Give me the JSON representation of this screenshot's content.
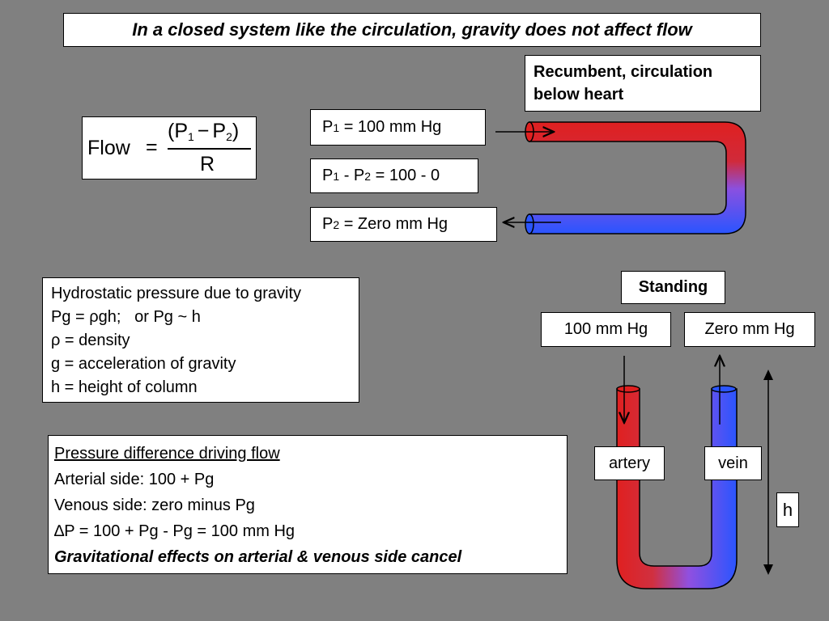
{
  "title": "In a closed system like the circulation, gravity does not affect flow",
  "recumbent": {
    "line1": "Recumbent, circulation",
    "line2": "below heart"
  },
  "formula": {
    "lhs": "Flow",
    "eq": "=",
    "numerator_open": "(P",
    "n_sub1": "1",
    "minus": "−",
    "p2": "P",
    "n_sub2": "2",
    "close": ")",
    "denominator": "R"
  },
  "p1_label": {
    "pre": "P",
    "sub": "1",
    "post": " = 100 mm Hg"
  },
  "pdiff_label": {
    "a": "P",
    "a_sub": "1",
    "mid": " - P",
    "b_sub": "2",
    "post": " = 100 - 0"
  },
  "p2_label": {
    "pre": "P",
    "sub": "2",
    "post": " = Zero mm Hg"
  },
  "hydro": {
    "l1": "Hydrostatic pressure due to gravity",
    "l2": "Pg = ρgh;   or Pg ~ h",
    "l3": "ρ = density",
    "l4": "g = acceleration of gravity",
    "l5": "h = height of column"
  },
  "pressure_diff": {
    "l1": "Pressure difference driving flow",
    "l2": "Arterial side: 100 + Pg",
    "l3": "Venous side: zero minus Pg",
    "l4": "∆P = 100 + Pg - Pg = 100 mm Hg",
    "l5": "Gravitational effects on arterial & venous side cancel"
  },
  "standing": "Standing",
  "hundred": "100 mm Hg",
  "zero": "Zero mm Hg",
  "artery": "artery",
  "vein": "vein",
  "h": "h",
  "colors": {
    "background": "#808080",
    "arterial": "#e02020",
    "venous": "#2a55ff",
    "mix": "#a050d0"
  }
}
